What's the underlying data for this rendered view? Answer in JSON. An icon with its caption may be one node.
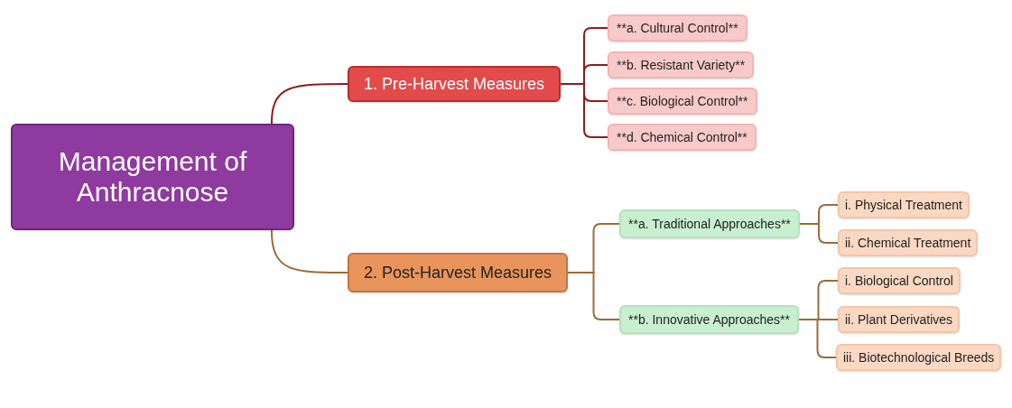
{
  "diagram": {
    "nodes": [
      {
        "text": [
          "Management of Anthracnose"
        ]
      },
      {
        "text": [
          "1. Pre-Harvest Measures"
        ]
      },
      {
        "text": [
          "**a. Cultural Control**"
        ]
      },
      {
        "text": [
          "**b. Resistant Variety**"
        ]
      },
      {
        "text": [
          "**c. Biological Control**"
        ]
      },
      {
        "text": [
          "**d. Chemical Control**"
        ]
      },
      {
        "text": [
          "2. Post-Harvest Measures"
        ]
      },
      {
        "text": [
          "**a. Traditional Approaches**"
        ]
      },
      {
        "text": [
          "i. Physical Treatment"
        ]
      },
      {
        "text": [
          "ii. Chemical Treatment"
        ]
      },
      {
        "text": [
          "**b. Innovative Approaches**"
        ]
      },
      {
        "text": [
          "i. Biological Control"
        ]
      },
      {
        "text": [
          "ii. Plant Derivatives"
        ]
      },
      {
        "text": [
          "iii. Biotechnological Breeds"
        ]
      }
    ],
    "edges": [
      {
        "from": 0,
        "to": 1,
        "arrow": "none",
        "color": "#8b1e1e"
      },
      {
        "from": 1,
        "to": 2,
        "arrow": "none",
        "color": "#8b1e1e"
      },
      {
        "from": 1,
        "to": 3,
        "arrow": "none",
        "color": "#8b1e1e"
      },
      {
        "from": 1,
        "to": 4,
        "arrow": "none",
        "color": "#8b1e1e"
      },
      {
        "from": 1,
        "to": 5,
        "arrow": "none",
        "color": "#8b1e1e"
      },
      {
        "from": 0,
        "to": 6,
        "arrow": "none"
      },
      {
        "from": 6,
        "to": 7,
        "arrow": "none"
      },
      {
        "from": 6,
        "to": 10,
        "arrow": "none"
      },
      {
        "from": 7,
        "to": 8,
        "arrow": "none"
      },
      {
        "from": 7,
        "to": 9,
        "arrow": "none"
      },
      {
        "from": 10,
        "to": 11,
        "arrow": "none"
      },
      {
        "from": 10,
        "to": 12,
        "arrow": "none"
      },
      {
        "from": 10,
        "to": 13,
        "arrow": "none"
      }
    ]
  }
}
